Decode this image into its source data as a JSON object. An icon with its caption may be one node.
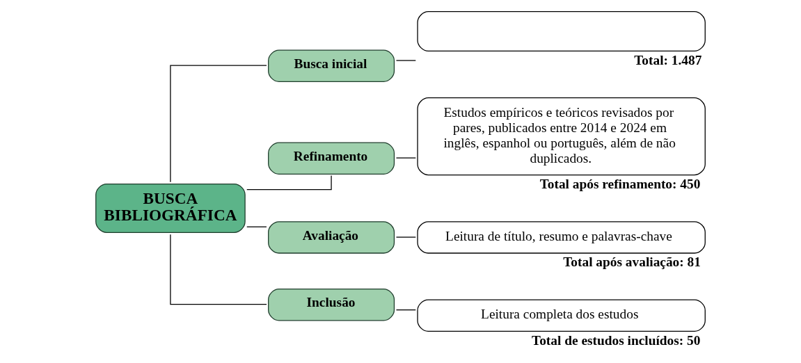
{
  "diagram": {
    "nodes": [
      {
        "text": [
          "BUSCA BIBLIOGRÁFICA"
        ]
      },
      {
        "text": [
          "Busca inicial"
        ]
      },
      {
        "text": [],
        "shape": "box",
        "beside": [
          "Total: 1.487"
        ]
      },
      {
        "text": [
          "Refinamento"
        ]
      },
      {
        "text": [
          "Estudos empíricos e teóricos revisados por pares, publicados entre 2014 e 2024 em inglês, espanhol ou português, além de não duplicados."
        ],
        "beside": [
          "Total após refinamento: 450"
        ]
      },
      {
        "text": [
          "Avaliação"
        ]
      },
      {
        "text": [
          "Leitura de título, resumo e palavras-chave"
        ],
        "beside": [
          "Total após avaliação: 81"
        ]
      },
      {
        "text": [
          "Inclusão"
        ]
      },
      {
        "text": [
          "Leitura completa dos estudos"
        ],
        "beside": [
          "Total de estudos incluídos: 50"
        ]
      }
    ],
    "edges": [
      {
        "from": 0,
        "to": 1,
        "arrow": "none"
      },
      {
        "from": 0,
        "to": 3,
        "arrow": "none"
      },
      {
        "from": 0,
        "to": 5,
        "arrow": "none"
      },
      {
        "from": 0,
        "to": 7,
        "arrow": "none"
      },
      {
        "from": 1,
        "to": 2,
        "arrow": "none"
      },
      {
        "from": 3,
        "to": 4,
        "arrow": "none"
      },
      {
        "from": 5,
        "to": 6,
        "arrow": "none"
      },
      {
        "from": 7,
        "to": 8,
        "arrow": "none"
      }
    ]
  }
}
